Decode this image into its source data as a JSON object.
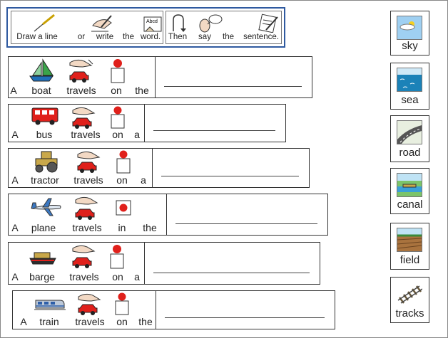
{
  "instructions": {
    "part1": [
      "Draw a line",
      "or",
      "write",
      "the",
      "word."
    ],
    "part2": [
      "Then",
      "say",
      "the",
      "sentence."
    ],
    "icons_part1": [
      "pencil-line-icon",
      "writing-hand-icon",
      "abcd-sign-icon"
    ],
    "icons_part2": [
      "then-arrow-icon",
      "speaking-head-icon",
      "sentence-writing-icon"
    ],
    "abcd_text": "Abcd"
  },
  "sentences": [
    {
      "words": [
        "A",
        "boat",
        "travels",
        "on",
        "the"
      ],
      "icons": [
        "",
        "sailboat-icon",
        "transport-travels-icon",
        "on-symbol-icon",
        ""
      ]
    },
    {
      "words": [
        "A",
        "bus",
        "travels",
        "on",
        "a"
      ],
      "icons": [
        "",
        "bus-icon",
        "transport-travels-icon",
        "on-symbol-icon",
        ""
      ]
    },
    {
      "words": [
        "A",
        "tractor",
        "travels",
        "on",
        "a"
      ],
      "icons": [
        "",
        "tractor-icon",
        "transport-travels-icon",
        "on-symbol-icon",
        ""
      ]
    },
    {
      "words": [
        "A",
        "plane",
        "travels",
        "in",
        "the"
      ],
      "icons": [
        "",
        "airplane-icon",
        "transport-travels-icon",
        "in-symbol-icon",
        ""
      ]
    },
    {
      "words": [
        "A",
        "barge",
        "travels",
        "on",
        "a"
      ],
      "icons": [
        "",
        "barge-icon",
        "transport-travels-icon",
        "on-symbol-icon",
        ""
      ]
    },
    {
      "words": [
        "A",
        "train",
        "travels",
        "on",
        "the"
      ],
      "icons": [
        "",
        "train-icon",
        "transport-travels-icon",
        "on-symbol-icon",
        ""
      ]
    }
  ],
  "word_bank": [
    {
      "label": "sky",
      "icon": "sky-icon"
    },
    {
      "label": "sea",
      "icon": "sea-icon"
    },
    {
      "label": "road",
      "icon": "road-icon"
    },
    {
      "label": "canal",
      "icon": "canal-icon"
    },
    {
      "label": "field",
      "icon": "field-icon"
    },
    {
      "label": "tracks",
      "icon": "tracks-icon"
    }
  ],
  "colors": {
    "instruction_border": "#2f5aa0",
    "symbol_red": "#e0201b",
    "boat_sail": "#3aa44a",
    "sky_blue": "#9fd0f2"
  }
}
